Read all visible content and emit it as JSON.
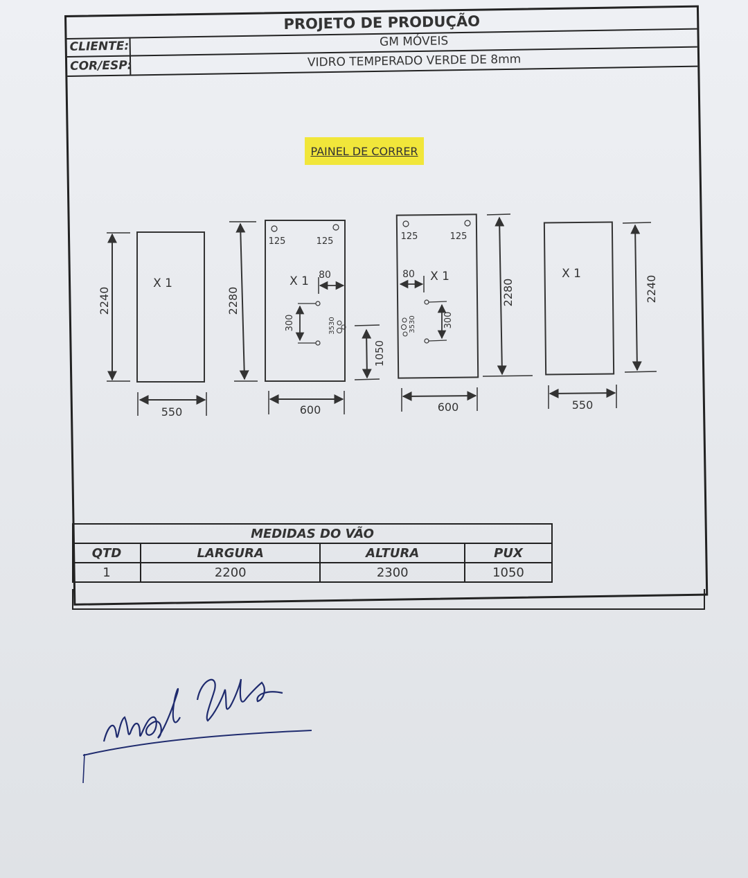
{
  "header": {
    "title": "PROJETO DE PRODUÇÃO",
    "client_label": "CLIENTE:",
    "client_value": "GM MÓVEIS",
    "color_label": "COR/ESP:",
    "color_value": "VIDRO TEMPERADO VERDE DE 8mm"
  },
  "section_badge": "PAINEL DE CORRER",
  "panels": [
    {
      "qty": "X 1",
      "height": "2240",
      "width": "550"
    },
    {
      "qty": "X 1",
      "height": "2280",
      "width": "600",
      "hole_top_left": "125",
      "hole_top_right": "125",
      "edge_offset": "80",
      "handle_spacing": "300",
      "handle_hole": "3530",
      "handle_height": "1050"
    },
    {
      "qty": "X 1",
      "height": "2280",
      "width": "600",
      "hole_top_left": "125",
      "hole_top_right": "125",
      "edge_offset": "80",
      "handle_spacing": "300",
      "handle_hole": "3530"
    },
    {
      "qty": "X 1",
      "height": "2240",
      "width": "550"
    }
  ],
  "measurements": {
    "title": "MEDIDAS DO VÃO",
    "headers": [
      "QTD",
      "LARGURA",
      "ALTURA",
      "PUX"
    ],
    "row": [
      "1",
      "2200",
      "2300",
      "1050"
    ]
  },
  "accent_color": "#f1e63a"
}
